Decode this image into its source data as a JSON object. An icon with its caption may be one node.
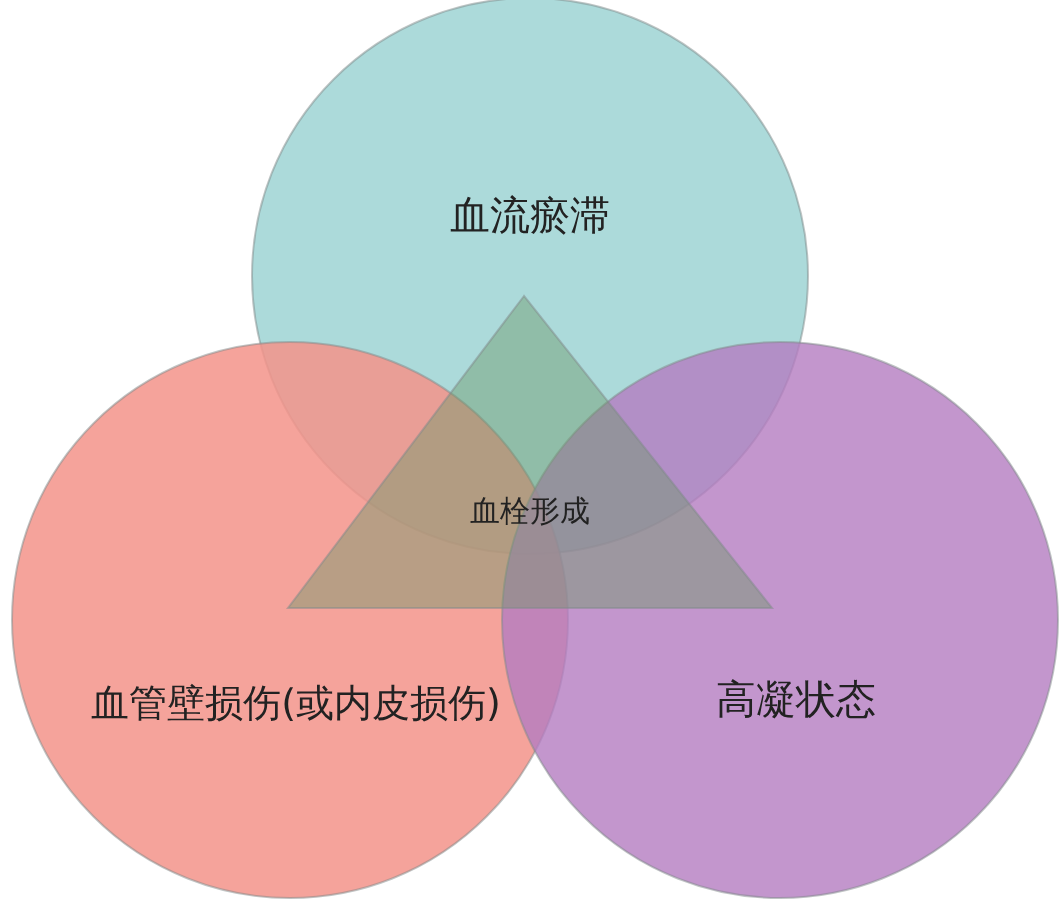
{
  "diagram": {
    "nodes": [
      {
        "text": [
          "血流瘀滞"
        ]
      },
      {
        "text": [
          "血管壁损伤(或内皮损伤)"
        ]
      },
      {
        "text": [
          "高凝状态"
        ]
      },
      {
        "text": [
          "血栓形成"
        ]
      }
    ]
  }
}
